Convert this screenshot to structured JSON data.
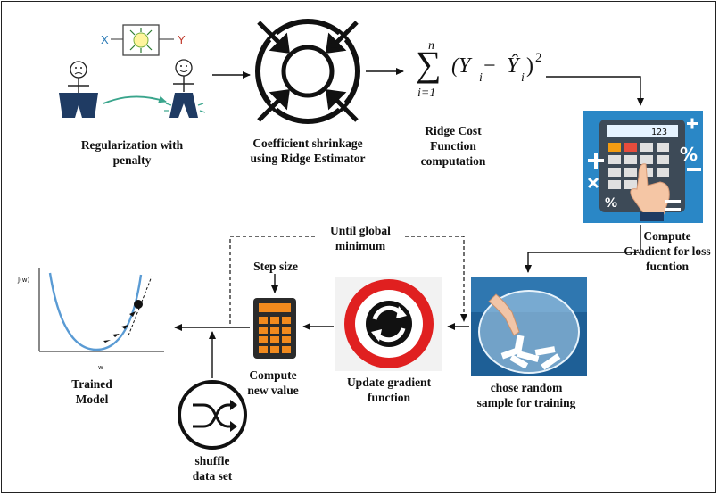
{
  "labels": {
    "regularization": "Regularization with penalty",
    "coefficient": "Coefficient shrinkage using Ridge Estimator",
    "ridge_cost": "Ridge Cost Function computation",
    "compute_gradient": "Compute Gradient for loss fucntion",
    "chose_random": "chose random sample for training",
    "update_gradient": "Update gradient function",
    "compute_new_value": "Compute new value",
    "step_size": "Step size",
    "until_global": "Until global minimum",
    "shuffle": "shuffle data set",
    "trained_model": "Trained Model"
  },
  "formula": {
    "sum_top": "n",
    "sum_bottom": "i=1",
    "body": "(Y",
    "sub": "i",
    "minus": " − ",
    "hat": "Ŷ",
    "sub2": "i",
    "close": ")",
    "power": "2"
  },
  "figure_text": {
    "x": "X",
    "y": "Y",
    "calc_display": "123",
    "percent_symbol": "%",
    "plot_ylabel": "J(w)",
    "plot_xlabel": "w"
  },
  "colors": {
    "calculator_bg": "#2a87c6",
    "ring_red": "#e02020",
    "orange_calc": "#f28a1d",
    "plot_curve": "#5a9bd4"
  }
}
